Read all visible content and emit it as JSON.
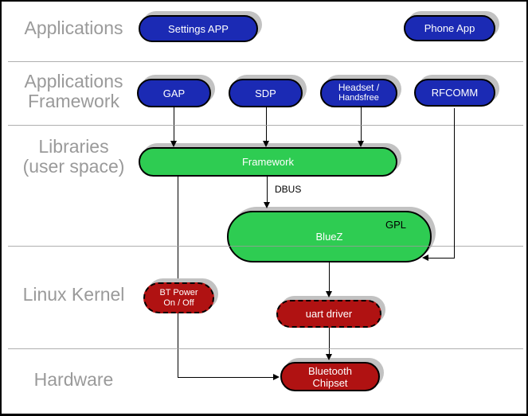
{
  "layers": {
    "applications": "Applications",
    "framework_line1": "Applications",
    "framework_line2": "Framework",
    "libraries_line1": "Libraries",
    "libraries_line2": "(user space)",
    "linux_kernel": "Linux Kernel",
    "hardware": "Hardware"
  },
  "nodes": {
    "settings_app": "Settings APP",
    "phone_app": "Phone App",
    "gap": "GAP",
    "sdp": "SDP",
    "headset_line1": "Headset /",
    "headset_line2": "Handsfree",
    "rfcomm": "RFCOMM",
    "framework": "Framework",
    "bluez": "BlueZ",
    "gpl": "GPL",
    "bt_power_line1": "BT Power",
    "bt_power_line2": "On / Off",
    "uart_driver": "uart driver",
    "chipset_line1": "Bluetooth",
    "chipset_line2": "Chipset"
  },
  "edges": {
    "dbus_label": "DBUS"
  },
  "colors": {
    "app_node_blue": "#1b2ab4",
    "library_node_green": "#2ecc52",
    "kernel_node_red": "#b01212",
    "layer_label_gray": "#9a9a9a",
    "shadow_gray": "#c2c2c2",
    "connector_black": "#000000"
  }
}
